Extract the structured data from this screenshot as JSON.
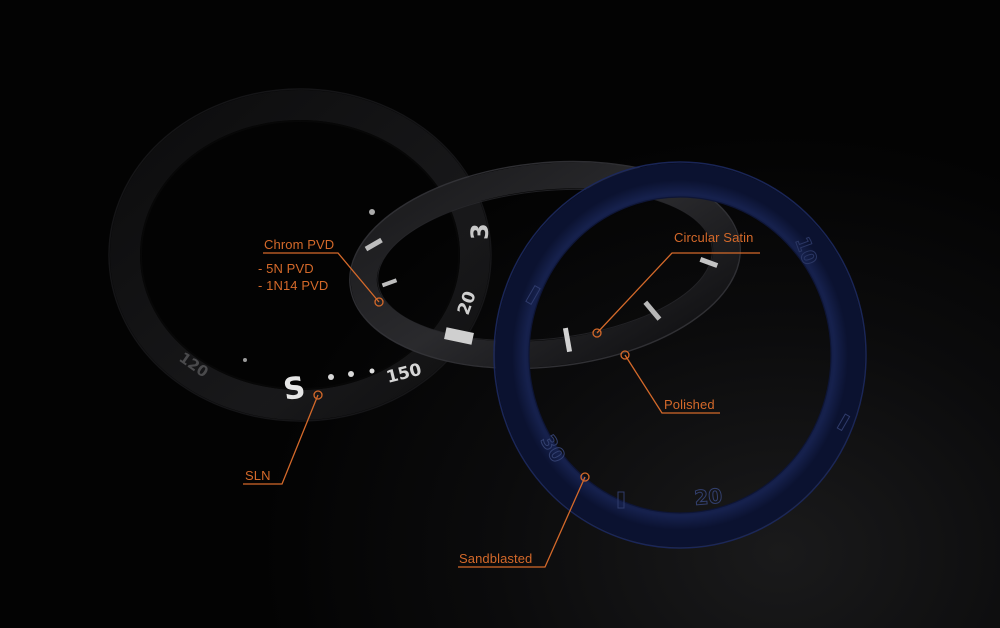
{
  "colors": {
    "background": "#000000",
    "callout": "#d4692a",
    "bezel_black": "#121213",
    "bezel_blue": "#0d1530",
    "bezel_blue_edge": "#1f2d63",
    "marker_light": "#cfcfcf"
  },
  "callouts": {
    "chrom_pvd": "Chrom PVD",
    "pvd_5n": "- 5N PVD",
    "pvd_1n14": "- 1N14 PVD",
    "circular_satin": "Circular Satin",
    "polished": "Polished",
    "sln": "SLN",
    "sandblasted": "Sandblasted"
  },
  "bezel_numerals": {
    "black_bezel": {
      "s_mark": "S",
      "n_150": "150",
      "n_120": "120"
    },
    "chrome_bezel": {
      "n_20": "20",
      "n_3": "3"
    },
    "blue_bezel": {
      "n_30": "30",
      "n_20": "20",
      "n_10": "10"
    }
  }
}
